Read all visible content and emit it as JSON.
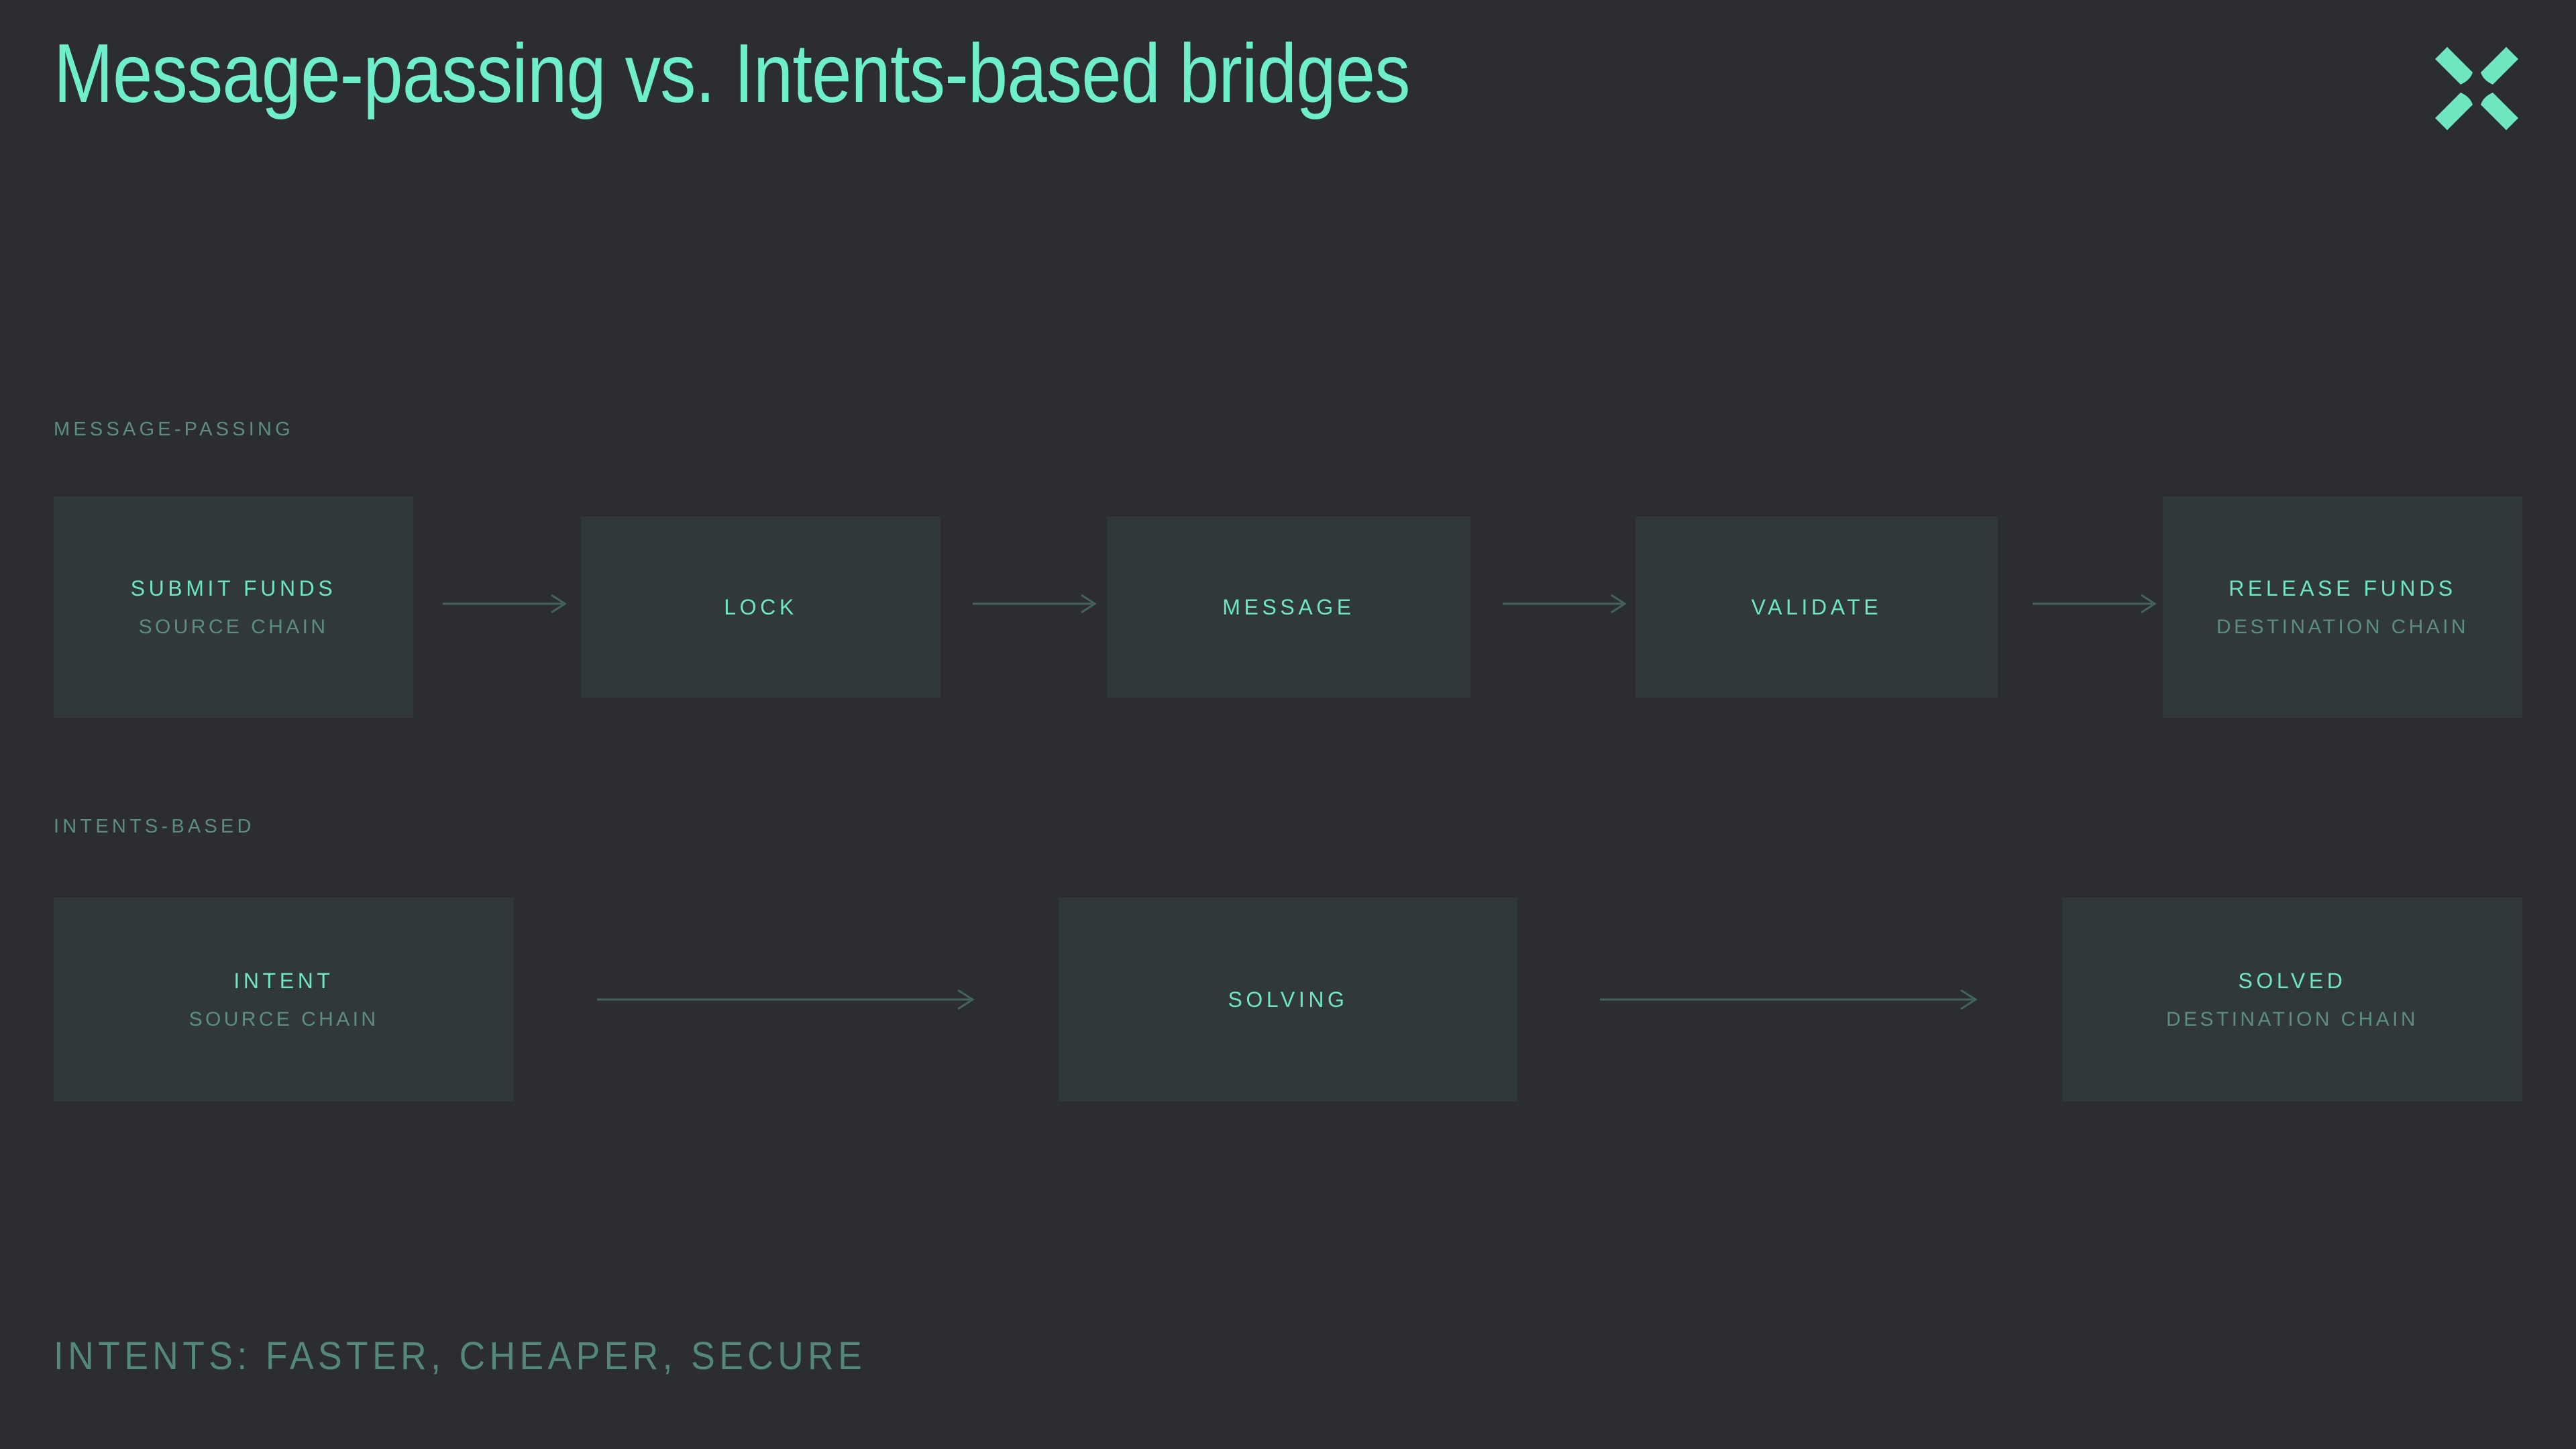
{
  "header": {
    "title": "Message-passing vs. Intents-based bridges",
    "logo_icon": "x-mark-icon"
  },
  "colors": {
    "background": "#2b2d31",
    "node_background": "#303839",
    "accent_mint": "#6ee7c0",
    "muted_teal": "#5d8d80",
    "connector_line": "#43645d"
  },
  "flows": [
    {
      "label": "MESSAGE-PASSING",
      "nodes": [
        {
          "title": "SUBMIT FUNDS",
          "sub": "SOURCE CHAIN"
        },
        {
          "title": "LOCK",
          "sub": ""
        },
        {
          "title": "MESSAGE",
          "sub": ""
        },
        {
          "title": "VALIDATE",
          "sub": ""
        },
        {
          "title": "RELEASE FUNDS",
          "sub": "DESTINATION CHAIN"
        }
      ],
      "connector_count": 4
    },
    {
      "label": "INTENTS-BASED",
      "nodes": [
        {
          "title": "INTENT",
          "sub": "SOURCE CHAIN"
        },
        {
          "title": "SOLVING",
          "sub": ""
        },
        {
          "title": "SOLVED",
          "sub": "DESTINATION CHAIN"
        }
      ],
      "connector_count": 2
    }
  ],
  "footer": {
    "note": "INTENTS: FASTER, CHEAPER, SECURE"
  }
}
